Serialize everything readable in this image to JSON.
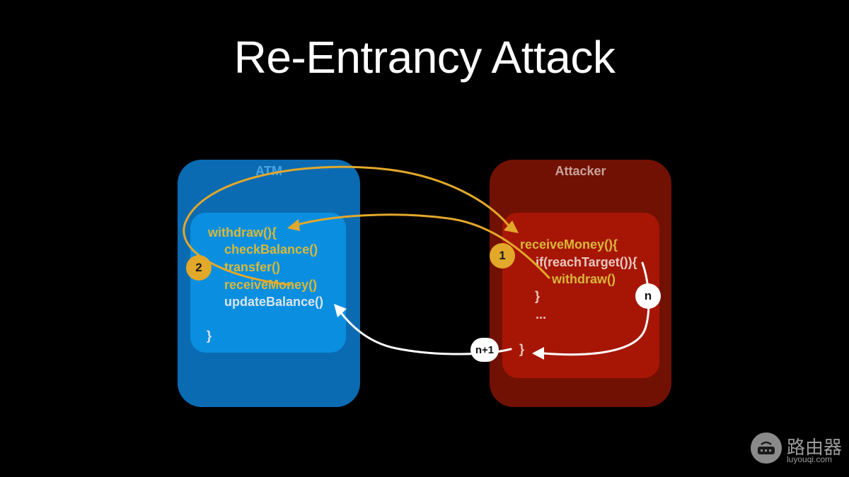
{
  "title": "Re-Entrancy Attack",
  "atm": {
    "label": "ATM",
    "code": {
      "line1": "withdraw(){",
      "line2": "checkBalance()",
      "line3": "transfer()",
      "line4": "receiveMoney()",
      "line5": "updateBalance()",
      "line6": "}"
    }
  },
  "attacker": {
    "label": "Attacker",
    "code": {
      "line1": "receiveMoney(){",
      "line2": "if(reachTarget()){",
      "line3": "withdraw()",
      "line4": "}",
      "line5": "...",
      "line6": "}"
    }
  },
  "badges": {
    "step1": "1",
    "step2": "2",
    "stepn": "n",
    "stepn1": "n+1"
  },
  "watermark": {
    "brand": "路由器",
    "url": "luyouqi.com"
  },
  "colors": {
    "atm_outer": "#0b6bb2",
    "atm_inner": "#0a8fe0",
    "attacker_outer": "#711103",
    "attacker_inner": "#a71604",
    "gold_arrow": "#e2a82a",
    "white_arrow": "#ffffff"
  }
}
